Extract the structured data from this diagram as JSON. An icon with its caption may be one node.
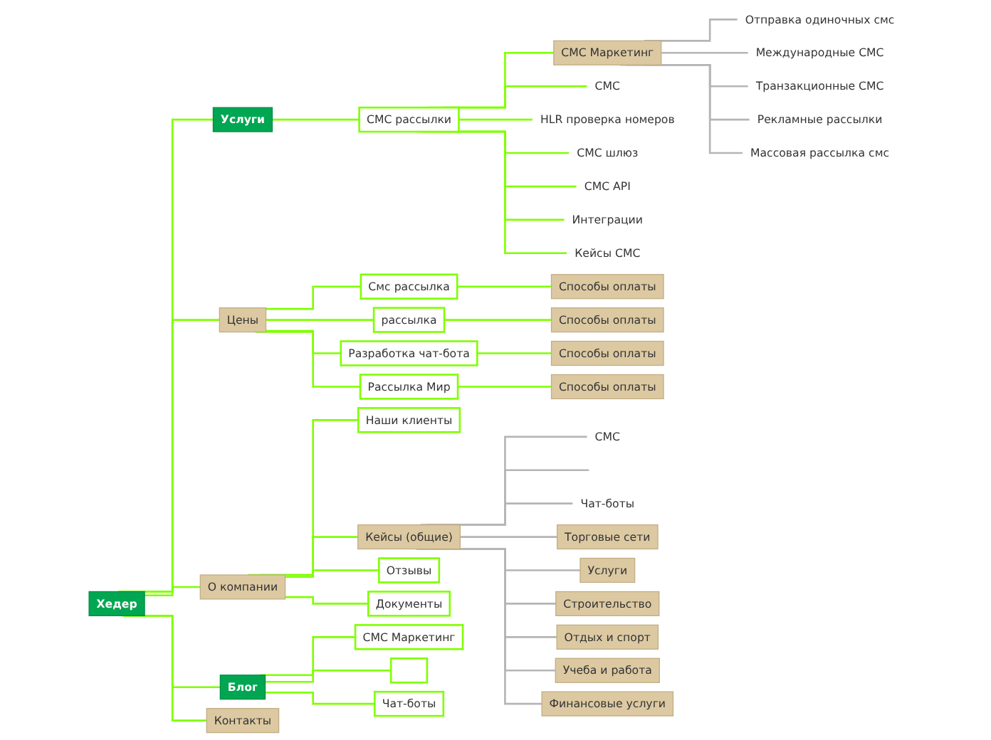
{
  "diagram": {
    "nodes": [
      {
        "text": [
          "Хедер"
        ]
      },
      {
        "text": [
          "Услуги"
        ]
      },
      {
        "text": [
          "СМС рассылки"
        ]
      },
      {
        "text": [
          "СМС Маркетинг"
        ]
      },
      {
        "text": [
          "Отправка одиночных смс"
        ]
      },
      {
        "text": [
          "Международные СМС"
        ]
      },
      {
        "text": [
          "Транзакционные СМС"
        ]
      },
      {
        "text": [
          "Рекламные рассылки"
        ]
      },
      {
        "text": [
          "Массовая рассылка смс"
        ]
      },
      {
        "text": [
          "СМС"
        ]
      },
      {
        "text": [
          "HLR проверка номеров"
        ]
      },
      {
        "text": [
          "СМС шлюз"
        ]
      },
      {
        "text": [
          "СМС API"
        ]
      },
      {
        "text": [
          "Интеграции"
        ]
      },
      {
        "text": [
          "Кейсы СМС"
        ]
      },
      {
        "text": [
          "Цены"
        ]
      },
      {
        "text": [
          "Смс рассылка"
        ]
      },
      {
        "text": [
          "Способы оплаты"
        ]
      },
      {
        "text": [
          "рассылка"
        ]
      },
      {
        "text": [
          "Способы оплаты"
        ]
      },
      {
        "text": [
          "Разработка чат-бота"
        ]
      },
      {
        "text": [
          "Способы оплаты"
        ]
      },
      {
        "text": [
          "Рассылка Мир"
        ]
      },
      {
        "text": [
          "Способы оплаты"
        ]
      },
      {
        "text": [
          "О компании"
        ]
      },
      {
        "text": [
          "Наши клиенты"
        ]
      },
      {
        "text": [
          "Кейсы (общие)"
        ]
      },
      {
        "text": [
          "СМС"
        ]
      },
      {
        "text": [],
        "shape": "box"
      },
      {
        "text": [
          "Чат-боты"
        ]
      },
      {
        "text": [
          "Торговые сети"
        ]
      },
      {
        "text": [
          "Услуги"
        ]
      },
      {
        "text": [
          "Строительство"
        ]
      },
      {
        "text": [
          "Отдых и спорт"
        ]
      },
      {
        "text": [
          "Учеба и работа"
        ]
      },
      {
        "text": [
          "Финансовые услуги"
        ]
      },
      {
        "text": [
          "Отзывы"
        ]
      },
      {
        "text": [
          "Документы"
        ]
      },
      {
        "text": [
          "Блог"
        ]
      },
      {
        "text": [
          "СМС Маркетинг"
        ]
      },
      {
        "text": [],
        "shape": "box"
      },
      {
        "text": [
          "Чат-боты"
        ]
      },
      {
        "text": [
          "Контакты"
        ]
      }
    ],
    "edges": [
      {
        "from": 0,
        "to": 1,
        "arrow": "none"
      },
      {
        "from": 1,
        "to": 2,
        "arrow": "none"
      },
      {
        "from": 2,
        "to": 3,
        "arrow": "none"
      },
      {
        "from": 3,
        "to": 4,
        "arrow": "none",
        "color": "#b5b5b5"
      },
      {
        "from": 3,
        "to": 5,
        "arrow": "none",
        "color": "#b5b5b5"
      },
      {
        "from": 3,
        "to": 6,
        "arrow": "none",
        "color": "#b5b5b5"
      },
      {
        "from": 3,
        "to": 7,
        "arrow": "none",
        "color": "#b5b5b5"
      },
      {
        "from": 3,
        "to": 8,
        "arrow": "none",
        "color": "#b5b5b5"
      },
      {
        "from": 2,
        "to": 9,
        "arrow": "none"
      },
      {
        "from": 2,
        "to": 10,
        "arrow": "none"
      },
      {
        "from": 2,
        "to": 11,
        "arrow": "none"
      },
      {
        "from": 2,
        "to": 12,
        "arrow": "none"
      },
      {
        "from": 2,
        "to": 13,
        "arrow": "none"
      },
      {
        "from": 2,
        "to": 14,
        "arrow": "none"
      },
      {
        "from": 0,
        "to": 15,
        "arrow": "none"
      },
      {
        "from": 15,
        "to": 16,
        "arrow": "none"
      },
      {
        "from": 16,
        "to": 17,
        "arrow": "none"
      },
      {
        "from": 15,
        "to": 18,
        "arrow": "none"
      },
      {
        "from": 18,
        "to": 19,
        "arrow": "none"
      },
      {
        "from": 15,
        "to": 20,
        "arrow": "none"
      },
      {
        "from": 20,
        "to": 21,
        "arrow": "none"
      },
      {
        "from": 15,
        "to": 22,
        "arrow": "none"
      },
      {
        "from": 22,
        "to": 23,
        "arrow": "none"
      },
      {
        "from": 0,
        "to": 24,
        "arrow": "none"
      },
      {
        "from": 24,
        "to": 25,
        "arrow": "none"
      },
      {
        "from": 24,
        "to": 26,
        "arrow": "none"
      },
      {
        "from": 26,
        "to": 27,
        "arrow": "none",
        "color": "#b5b5b5"
      },
      {
        "from": 26,
        "to": 28,
        "arrow": "none",
        "color": "#b5b5b5"
      },
      {
        "from": 26,
        "to": 29,
        "arrow": "none",
        "color": "#b5b5b5"
      },
      {
        "from": 26,
        "to": 30,
        "arrow": "none",
        "color": "#b5b5b5"
      },
      {
        "from": 26,
        "to": 31,
        "arrow": "none",
        "color": "#b5b5b5"
      },
      {
        "from": 26,
        "to": 32,
        "arrow": "none",
        "color": "#b5b5b5"
      },
      {
        "from": 26,
        "to": 33,
        "arrow": "none",
        "color": "#b5b5b5"
      },
      {
        "from": 26,
        "to": 34,
        "arrow": "none",
        "color": "#b5b5b5"
      },
      {
        "from": 26,
        "to": 35,
        "arrow": "none",
        "color": "#b5b5b5"
      },
      {
        "from": 24,
        "to": 36,
        "arrow": "none"
      },
      {
        "from": 24,
        "to": 37,
        "arrow": "none"
      },
      {
        "from": 0,
        "to": 38,
        "arrow": "none"
      },
      {
        "from": 38,
        "to": 39,
        "arrow": "none"
      },
      {
        "from": 38,
        "to": 40,
        "arrow": "none"
      },
      {
        "from": 38,
        "to": 41,
        "arrow": "none"
      },
      {
        "from": 0,
        "to": 42,
        "arrow": "none"
      }
    ]
  }
}
